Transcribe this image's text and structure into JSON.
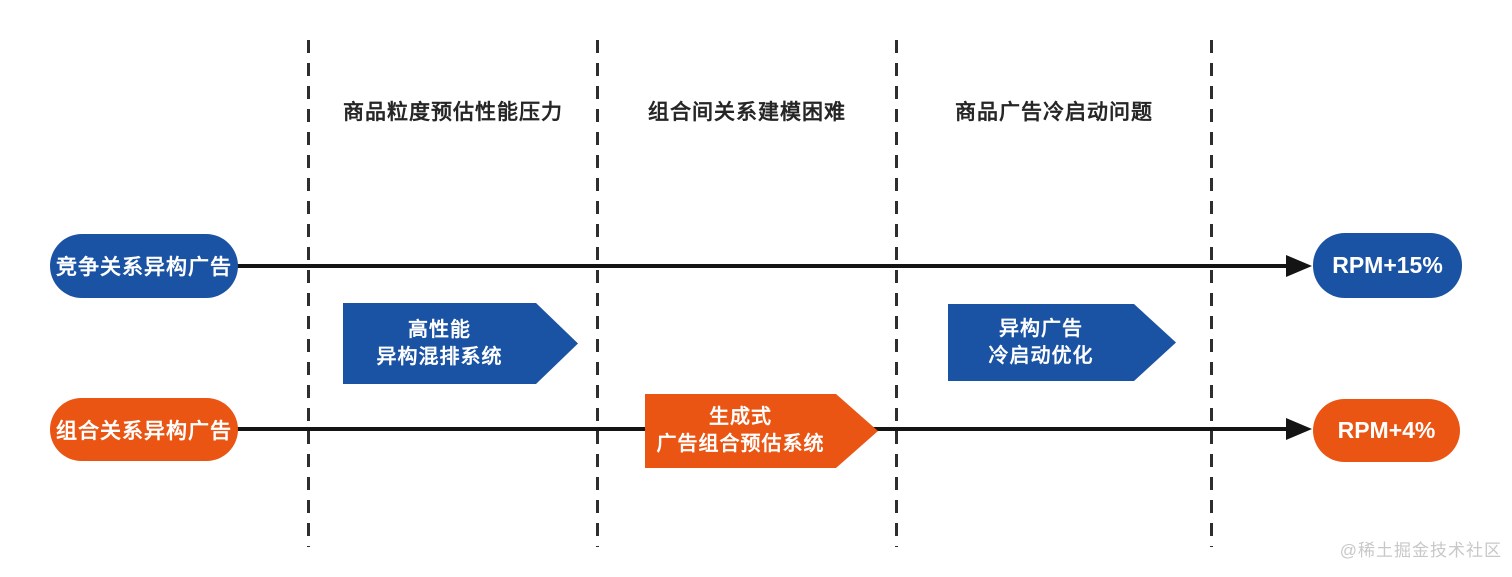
{
  "colors": {
    "blue": "#1a52a4",
    "orange": "#ea5514",
    "line": "#141414",
    "dash": "#2e2e2e",
    "headertext": "#262626",
    "watermark": "#c8c8c8"
  },
  "sections": [
    {
      "label": "商品粒度预估性能压力"
    },
    {
      "label": "组合间关系建模困难"
    },
    {
      "label": "商品广告冷启动问题"
    }
  ],
  "rows": [
    {
      "source": "竞争关系异构广告",
      "result": "RPM+15%",
      "color": "blue"
    },
    {
      "source": "组合关系异构广告",
      "result": "RPM+4%",
      "color": "orange"
    }
  ],
  "chevrons": [
    {
      "line1": "高性能",
      "line2": "异构混排系统",
      "color": "blue"
    },
    {
      "line1": "生成式",
      "line2": "广告组合预估系统",
      "color": "orange"
    },
    {
      "line1": "异构广告",
      "line2": "冷启动优化",
      "color": "blue"
    }
  ],
  "watermark": "@稀土掘金技术社区"
}
